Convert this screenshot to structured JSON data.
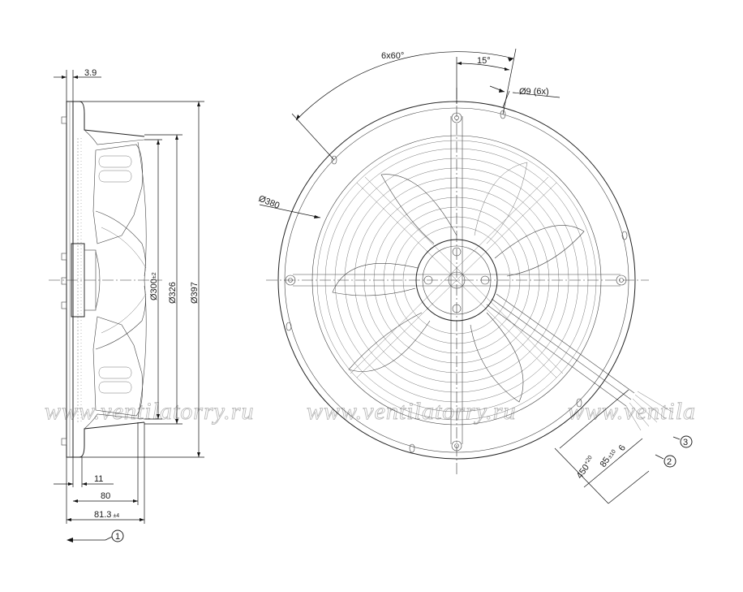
{
  "watermark": {
    "texts": [
      "www.ventilatorry.ru",
      "www.ventilatorry.ru",
      "www.ventila"
    ]
  },
  "side_view": {
    "top_dim": "3.9",
    "dia_300": "Ø300",
    "dia_300_tol": "±2",
    "dia_326": "Ø326",
    "dia_397": "Ø397",
    "dim_11": "11",
    "dim_80": "80",
    "dim_813": "81.3",
    "dim_813_tol": "±4",
    "airflow_marker": "1"
  },
  "front_view": {
    "pitch_label": "6x60°",
    "angle_label": "15°",
    "hole_label": "Ø9 (6x)",
    "dia_380": "Ø380",
    "cable_6": "6",
    "cable_85": "85",
    "cable_85_tol": "±10",
    "cable_450": "450",
    "cable_450_tol": "+20",
    "marker_2": "2",
    "marker_3": "3"
  }
}
